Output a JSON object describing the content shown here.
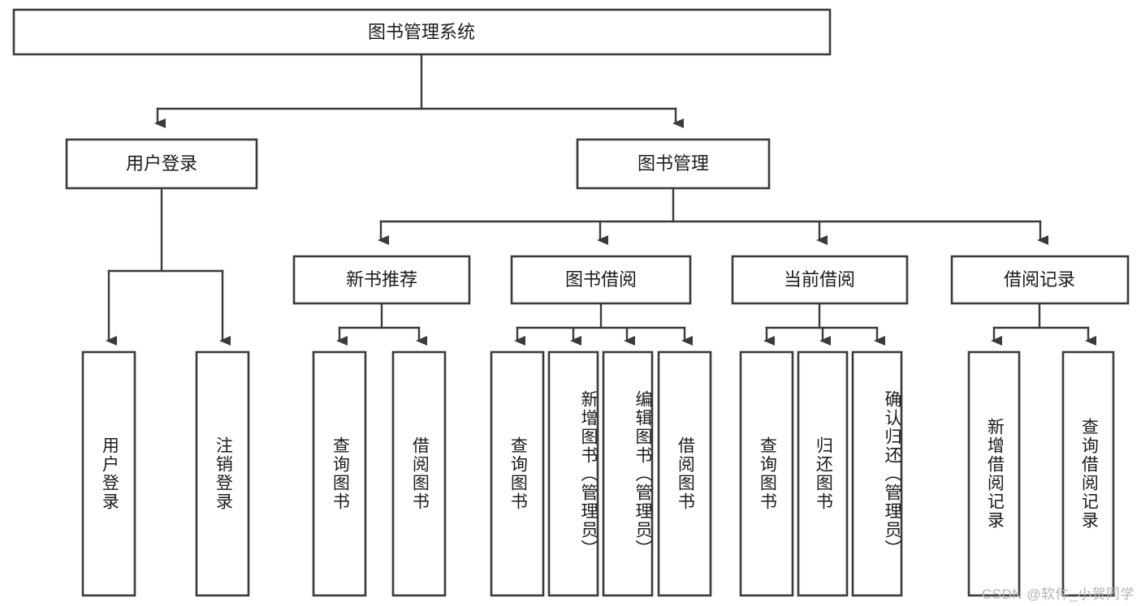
{
  "diagram": {
    "type": "tree-hierarchy",
    "title": "图书管理系统",
    "watermark": "CSDN @软件_小贺同学",
    "colors": {
      "box_stroke": "#3a3a3a",
      "box_fill": "#ffffff",
      "text": "#1b1b1b",
      "connector": "#3a3a3a",
      "background": "#ffffff",
      "watermark": "#b4b4b4"
    },
    "levels": {
      "root": {
        "label": "图书管理系统"
      },
      "level2": [
        {
          "label": "用户登录"
        },
        {
          "label": "图书管理"
        }
      ],
      "level3": [
        {
          "label": "新书推荐"
        },
        {
          "label": "图书借阅"
        },
        {
          "label": "当前借阅"
        },
        {
          "label": "借阅记录"
        }
      ],
      "leaves": [
        {
          "label": "用户登录",
          "parent": "用户登录"
        },
        {
          "label": "注销登录",
          "parent": "用户登录"
        },
        {
          "label": "查询图书",
          "parent": "新书推荐"
        },
        {
          "label": "借阅图书",
          "parent": "新书推荐"
        },
        {
          "label": "查询图书",
          "parent": "图书借阅"
        },
        {
          "label": "新增图书（管理员）",
          "parent": "图书借阅"
        },
        {
          "label": "编辑图书（管理员）",
          "parent": "图书借阅"
        },
        {
          "label": "借阅图书",
          "parent": "图书借阅"
        },
        {
          "label": "查询图书",
          "parent": "当前借阅"
        },
        {
          "label": "归还图书",
          "parent": "当前借阅"
        },
        {
          "label": "确认归还（管理员）",
          "parent": "当前借阅"
        },
        {
          "label": "新增借阅记录",
          "parent": "借阅记录"
        },
        {
          "label": "查询借阅记录",
          "parent": "借阅记录"
        }
      ]
    }
  }
}
